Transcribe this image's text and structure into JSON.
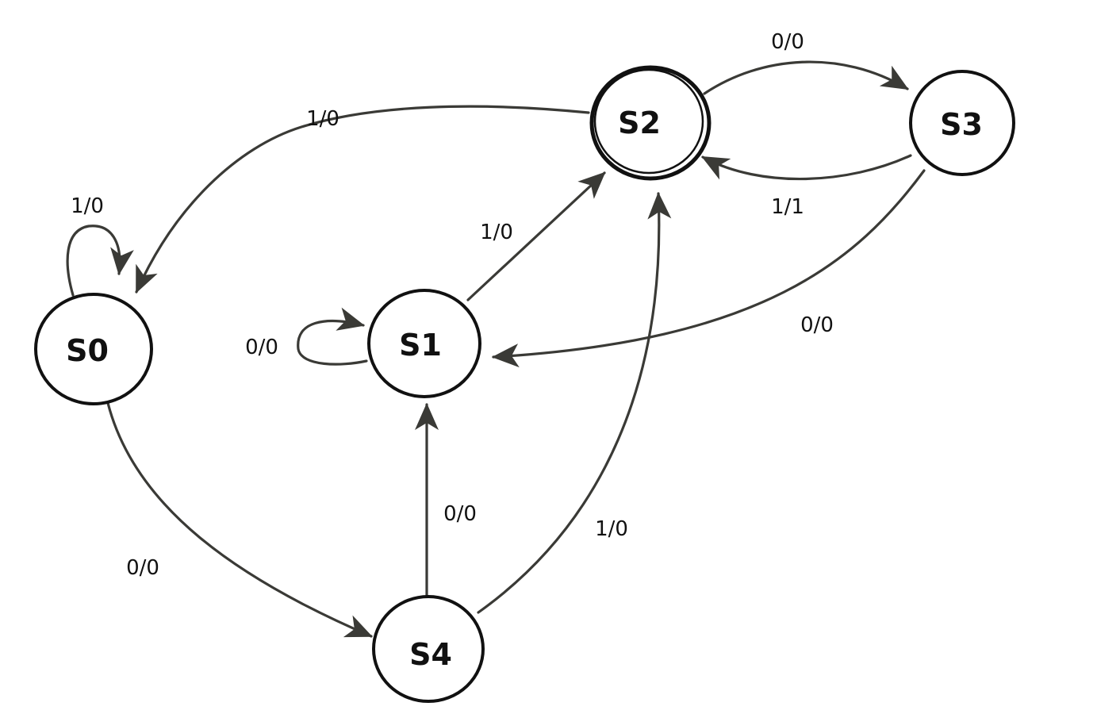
{
  "diagram": {
    "states": {
      "s0": "S0",
      "s1": "S1",
      "s2": "S2",
      "s3": "S3",
      "s4": "S4"
    },
    "transitions": [
      {
        "from": "S0",
        "to": "S0",
        "label": "1/0"
      },
      {
        "from": "S0",
        "to": "S4",
        "label": "0/0"
      },
      {
        "from": "S1",
        "to": "S1",
        "label": "0/0"
      },
      {
        "from": "S1",
        "to": "S2",
        "label": "1/0"
      },
      {
        "from": "S2",
        "to": "S0",
        "label": "1/0"
      },
      {
        "from": "S2",
        "to": "S3",
        "label": "0/0"
      },
      {
        "from": "S3",
        "to": "S2",
        "label": "1/1"
      },
      {
        "from": "S3",
        "to": "S1",
        "label": "0/0"
      },
      {
        "from": "S4",
        "to": "S1",
        "label": "0/0"
      },
      {
        "from": "S4",
        "to": "S2",
        "label": "1/0"
      }
    ],
    "colors": {
      "edge": "#3a3a36",
      "node_outline": "#111111",
      "background": "#ffffff"
    }
  }
}
